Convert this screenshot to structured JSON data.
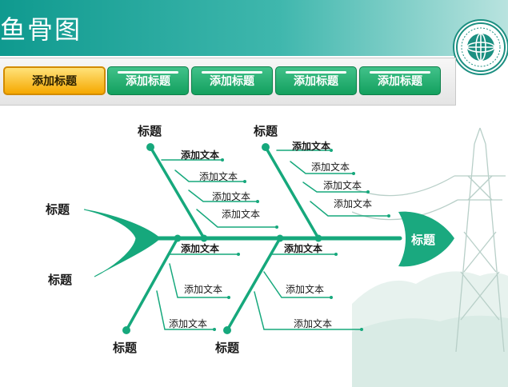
{
  "header": {
    "title": "鱼骨图"
  },
  "tabs": [
    {
      "label": "添加标题",
      "active": true
    },
    {
      "label": "添加标题",
      "active": false
    },
    {
      "label": "添加标题",
      "active": false
    },
    {
      "label": "添加标题",
      "active": false
    },
    {
      "label": "添加标题",
      "active": false
    }
  ],
  "diagram": {
    "head_label": "标题",
    "tail_labels": [
      "标题",
      "标题"
    ],
    "bone_titles": [
      "标题",
      "标题",
      "标题",
      "标题"
    ],
    "items": [
      "添加文本",
      "添加文本",
      "添加文本",
      "添加文本",
      "添加文本",
      "添加文本",
      "添加文本",
      "添加文本",
      "添加文本",
      "添加文本",
      "添加文本",
      "添加文本",
      "添加文本",
      "添加文本"
    ]
  },
  "colors": {
    "accent": "#16a87c",
    "header": "#16a394",
    "active_tab": "#f5a800",
    "text": "#1a1a1a"
  }
}
